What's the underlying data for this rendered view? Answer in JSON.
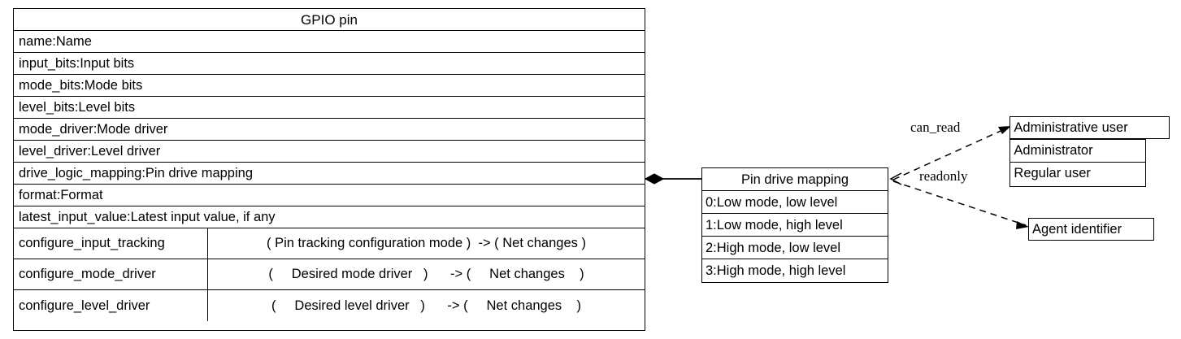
{
  "diagram": {
    "kind": "uml-class-diagram",
    "title": "GPIO pin",
    "stroke_color": "#000000",
    "background_color": "#ffffff"
  },
  "gpio_pin_class": {
    "name": "GPIO pin",
    "attributes": [
      "name:Name",
      "input_bits:Input bits",
      "mode_bits:Mode bits",
      "level_bits:Level bits",
      "mode_driver:Mode driver",
      "level_driver:Level driver",
      "drive_logic_mapping:Pin drive mapping",
      "format:Format",
      "latest_input_value:Latest input value, if any"
    ],
    "methods": [
      {
        "name": "configure_input_tracking",
        "signature": "( Pin tracking configuration mode )  -> ( Net changes )"
      },
      {
        "name": "configure_mode_driver",
        "signature": "(     Desired mode driver   )      -> (     Net changes    )"
      },
      {
        "name": "configure_level_driver",
        "signature": "(     Desired level driver   )      -> (     Net changes    )"
      }
    ]
  },
  "pin_drive_mapping_enum": {
    "name": "Pin drive mapping",
    "values": [
      "0:Low mode, low level",
      "1:Low mode, high level",
      "2:High mode, low level",
      "3:High mode, high level"
    ]
  },
  "administrative_user_enum": {
    "name": "Administrative user",
    "values": [
      "Administrator",
      "Regular user"
    ]
  },
  "agent_identifier_box": {
    "name": "Agent identifier"
  },
  "relations": [
    {
      "from": "GPIO pin",
      "to": "Pin drive mapping",
      "type": "composition",
      "source_decoration": "filled-diamond",
      "label": ""
    },
    {
      "from": "Pin drive mapping",
      "to": "Administrative user",
      "type": "dashed-dependency",
      "label": "can_read"
    },
    {
      "from": "Pin drive mapping",
      "to": "Agent identifier",
      "type": "dashed-dependency",
      "label": "readonly"
    }
  ]
}
